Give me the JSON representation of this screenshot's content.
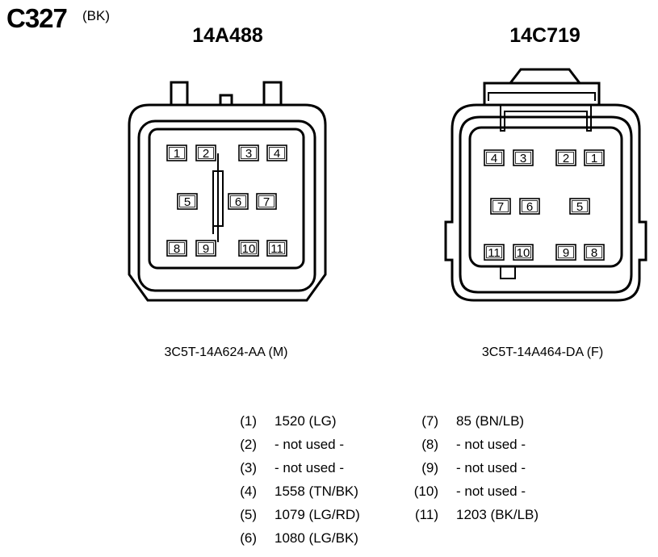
{
  "header": {
    "connector_id": "C327",
    "connector_color": "(BK)"
  },
  "left_connector": {
    "title": "14A488",
    "part_number": "3C5T-14A624-AA (M)",
    "pins": [
      "1",
      "2",
      "3",
      "4",
      "5",
      "6",
      "7",
      "8",
      "9",
      "10",
      "11"
    ]
  },
  "right_connector": {
    "title": "14C719",
    "part_number": "3C5T-14A464-DA (F)",
    "pins": [
      "4",
      "3",
      "2",
      "1",
      "7",
      "6",
      "5",
      "11",
      "10",
      "9",
      "8"
    ]
  },
  "pinout": {
    "left_column": [
      {
        "pin": "(1)",
        "circuit": "1520 (LG)"
      },
      {
        "pin": "(2)",
        "circuit": "- not used -"
      },
      {
        "pin": "(3)",
        "circuit": "- not used -"
      },
      {
        "pin": "(4)",
        "circuit": "1558 (TN/BK)"
      },
      {
        "pin": "(5)",
        "circuit": "1079 (LG/RD)"
      },
      {
        "pin": "(6)",
        "circuit": "1080 (LG/BK)"
      }
    ],
    "right_column": [
      {
        "pin": "(7)",
        "circuit": "85 (BN/LB)"
      },
      {
        "pin": "(8)",
        "circuit": "- not used -"
      },
      {
        "pin": "(9)",
        "circuit": "- not used -"
      },
      {
        "pin": "(10)",
        "circuit": "- not used -"
      },
      {
        "pin": "(11)",
        "circuit": "1203 (BK/LB)"
      }
    ]
  }
}
